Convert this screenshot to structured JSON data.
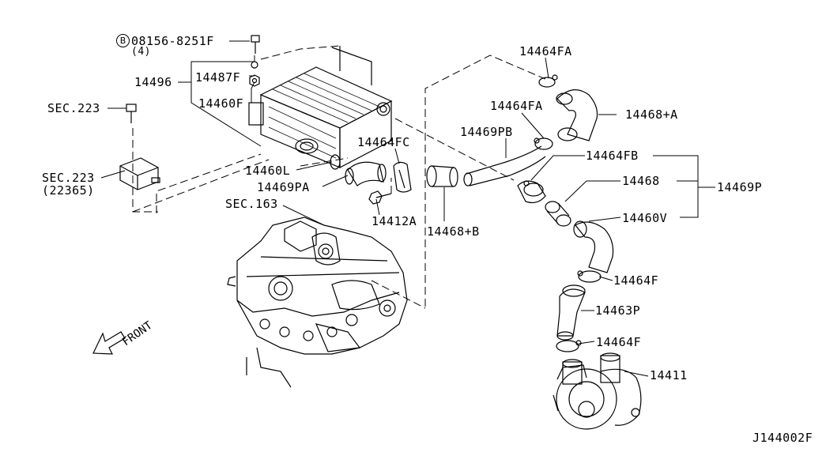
{
  "labels": {
    "bolt_part": "08156-8251F",
    "bolt_marker": "B",
    "bolt_qty": "(4)",
    "p14496": "14496",
    "p14487f": "14487F",
    "p14460f": "14460F",
    "sec223_top": "SEC.223",
    "sec223_bottom": "SEC.223",
    "sec223_ref": "(22365)",
    "p14460l": "14460L",
    "p14469pa": "14469PA",
    "sec163": "SEC.163",
    "p14464fc": "14464FC",
    "p14412a": "14412A",
    "p14468b": "14468+B",
    "p14469pb": "14469PB",
    "p14464fa_top": "14464FA",
    "p14464fa_mid": "14464FA",
    "p14468a": "14468+A",
    "p14464fb": "14464FB",
    "p14468": "14468",
    "p14469p": "14469P",
    "p14460v": "14460V",
    "p14464f_upper": "14464F",
    "p14463p": "14463P",
    "p14464f_lower": "14464F",
    "p14411": "14411",
    "front": "FRONT",
    "diagram_code": "J144002F"
  }
}
